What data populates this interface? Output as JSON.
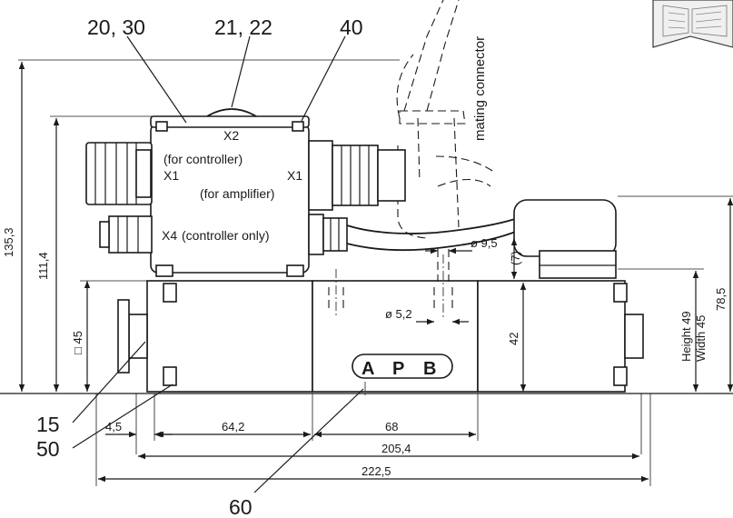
{
  "callouts": {
    "c20_30": "20, 30",
    "c21_22": "21, 22",
    "c40": "40",
    "c15": "15",
    "c50": "50",
    "c60": "60"
  },
  "labels": {
    "mating_connector": "mating connector",
    "x2": "X2",
    "for_controller": "(for controller)",
    "x1_left": "X1",
    "x1_right": "X1",
    "for_amplifier": "(for amplifier)",
    "x4": "X4",
    "controller_only": "(controller only)",
    "ports": [
      "A",
      "P",
      "B"
    ]
  },
  "dimensions": {
    "d135_3": "135,3",
    "d111_4": "111,4",
    "sq45": "□ 45",
    "d42": "42",
    "d7": "(7)",
    "dia9_5": "ø 9,5",
    "dia5_2": "ø 5,2",
    "height49": "Height 49",
    "width45": "Width 45",
    "d78_5": "78,5",
    "d4_5": "4,5",
    "d64_2": "64,2",
    "d68": "68",
    "d205_4": "205,4",
    "d222_5": "222,5"
  },
  "icons": [
    "manual-book-icon"
  ]
}
